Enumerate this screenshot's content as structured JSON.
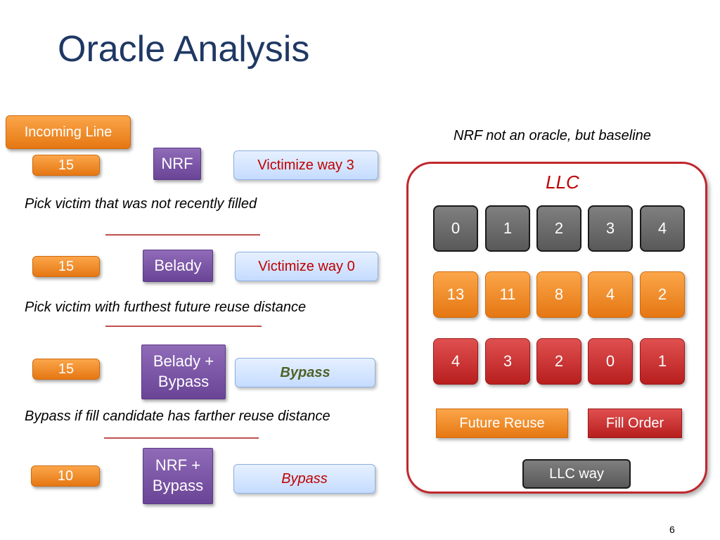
{
  "slide": {
    "title": "Oracle Analysis",
    "page_number": "6"
  },
  "left": {
    "incoming_label": "Incoming Line",
    "rows": [
      {
        "line": "15",
        "policy": "NRF",
        "action": "Victimize way 3",
        "caption": "Pick victim that was not recently filled"
      },
      {
        "line": "15",
        "policy": "Belady",
        "action": "Victimize way 0",
        "caption": "Pick victim with furthest future reuse distance"
      },
      {
        "line": "15",
        "policy_line1": "Belady +",
        "policy_line2": "Bypass",
        "action": "Bypass",
        "caption": "Bypass if fill candidate has farther reuse distance"
      },
      {
        "line": "10",
        "policy_line1": "NRF +",
        "policy_line2": "Bypass",
        "action": "Bypass"
      }
    ]
  },
  "right": {
    "note": "NRF not an oracle, but baseline",
    "llc_title": "LLC",
    "ways": [
      "0",
      "1",
      "2",
      "3",
      "4"
    ],
    "future_reuse": [
      "13",
      "11",
      "8",
      "4",
      "2"
    ],
    "fill_order": [
      "4",
      "3",
      "2",
      "0",
      "1"
    ],
    "legend": {
      "future_reuse": "Future Reuse",
      "fill_order": "Fill Order",
      "llc_way": "LLC way"
    }
  },
  "colors": {
    "title": "#1f3864",
    "orange": "#f28c28",
    "purple": "#7b58a6",
    "red": "#c0272d",
    "gray": "#6f6f6f"
  }
}
